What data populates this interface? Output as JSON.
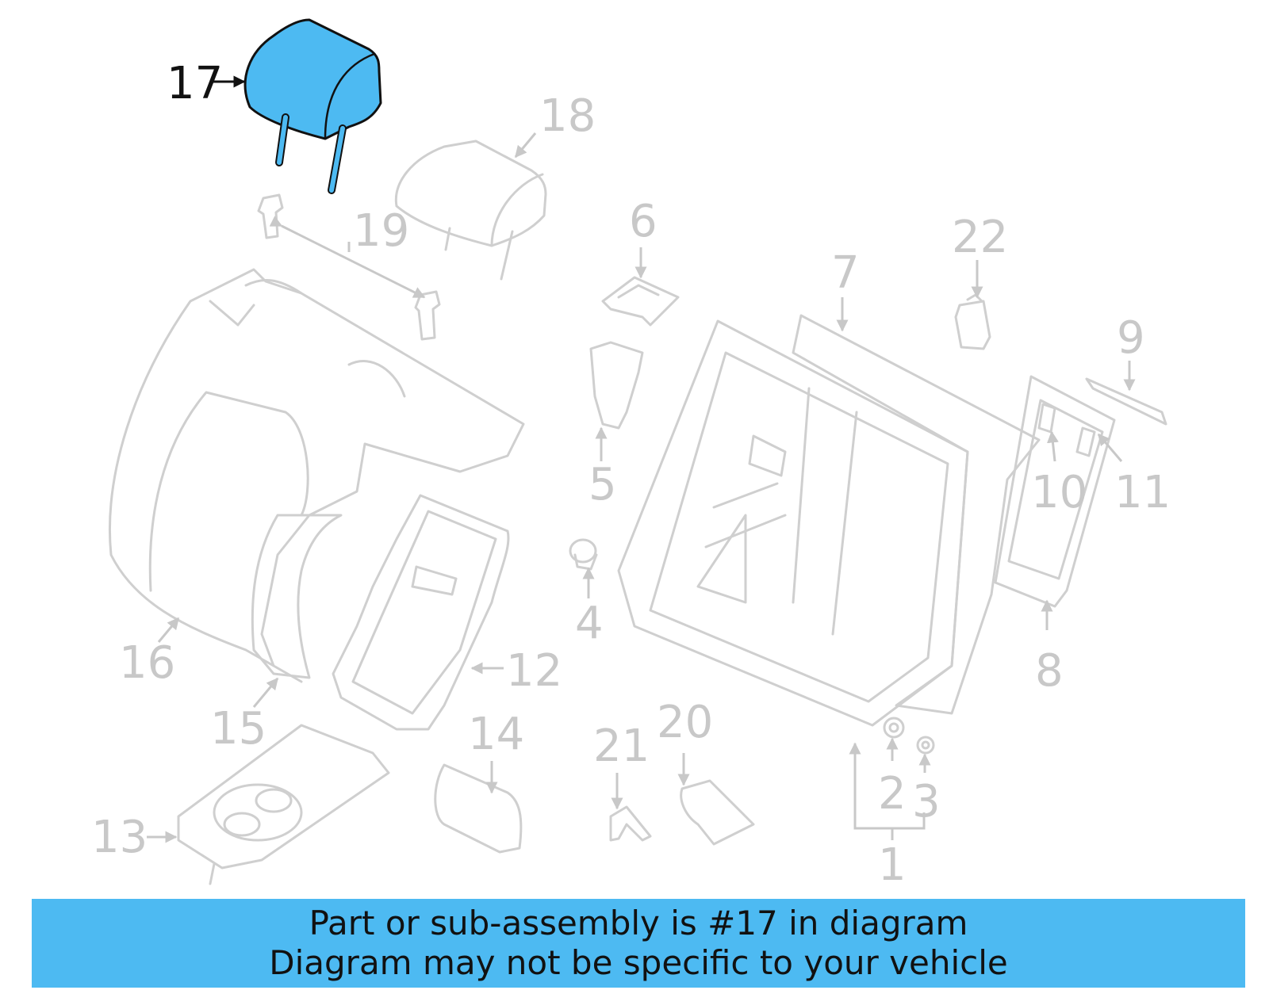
{
  "diagram": {
    "highlighted_part": "17",
    "highlight_color": "#4dbaf2",
    "callouts": [
      "1",
      "2",
      "3",
      "4",
      "5",
      "6",
      "7",
      "8",
      "9",
      "10",
      "11",
      "12",
      "13",
      "14",
      "15",
      "16",
      "17",
      "18",
      "19",
      "20",
      "21",
      "22"
    ]
  },
  "banner": {
    "line1": "Part or sub-assembly is #17 in diagram",
    "line2": "Diagram may not be specific to your vehicle",
    "background": "#4dbaf2"
  }
}
